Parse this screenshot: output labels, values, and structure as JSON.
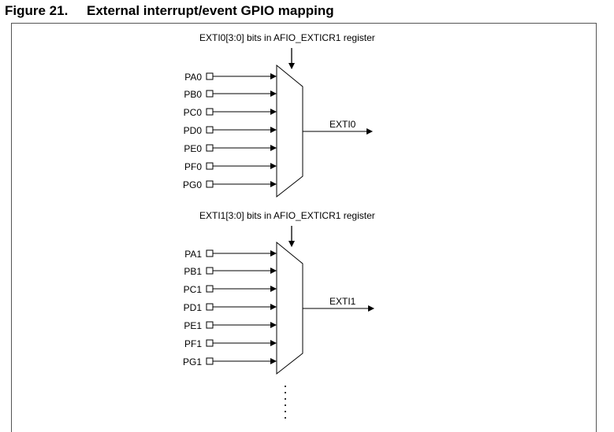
{
  "figure": {
    "number": "Figure 21.",
    "title": "External interrupt/event GPIO mapping"
  },
  "blocks": [
    {
      "register_label": "EXTI0[3:0] bits in AFIO_EXTICR1 register",
      "inputs": [
        "PA0",
        "PB0",
        "PC0",
        "PD0",
        "PE0",
        "PF0",
        "PG0"
      ],
      "output": "EXTI0"
    },
    {
      "register_label": "EXTI1[3:0] bits in AFIO_EXTICR1 register",
      "inputs": [
        "PA1",
        "PB1",
        "PC1",
        "PD1",
        "PE1",
        "PF1",
        "PG1"
      ],
      "output": "EXTI1"
    }
  ]
}
